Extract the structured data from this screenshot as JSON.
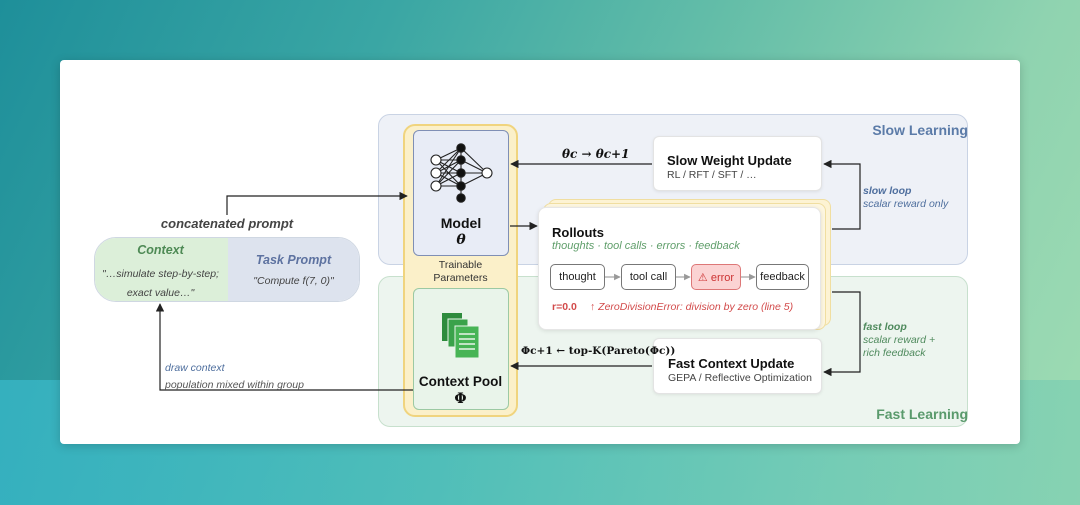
{
  "regions": {
    "slow": "Slow Learning",
    "fast": "Fast Learning"
  },
  "model": {
    "title": "Model",
    "symbol": "θ"
  },
  "trainable": {
    "line1": "Trainable",
    "line2": "Parameters"
  },
  "pool": {
    "title": "Context Pool",
    "symbol": "Φ"
  },
  "slow_update": {
    "title": "Slow Weight Update",
    "sub": "RL / RFT / SFT / …",
    "equation": "θc → θc+1"
  },
  "fast_update": {
    "title": "Fast Context Update",
    "sub": "GEPA / Reflective Optimization",
    "equation": "Φc+1 ← top-K(Pareto(Φc))"
  },
  "rollouts": {
    "title": "Rollouts",
    "subtitle": "thoughts · tool calls · errors · feedback",
    "steps": [
      "thought",
      "tool call",
      "⚠ error",
      "feedback"
    ],
    "reward": "r=0.0",
    "error": "↑ ZeroDivisionError: division by zero (line 5)"
  },
  "prompt": {
    "label": "concatenated prompt",
    "context_title": "Context",
    "context_line1": "\"…simulate step-by-step;",
    "context_line2": "exact value…\"",
    "task_title": "Task Prompt",
    "task_text": "\"Compute f(7, 0)\""
  },
  "slow_loop": {
    "label": "slow loop",
    "sub": "scalar reward only"
  },
  "fast_loop": {
    "label": "fast loop",
    "sub1": "scalar reward +",
    "sub2": "rich feedback"
  },
  "draw_context": {
    "line1": "draw context",
    "line2": "population mixed within group"
  },
  "colors": {
    "slow": "#5b7ba8",
    "fast": "#5a9a6c",
    "error": "#d24a4a",
    "params": "#f0d47e"
  }
}
